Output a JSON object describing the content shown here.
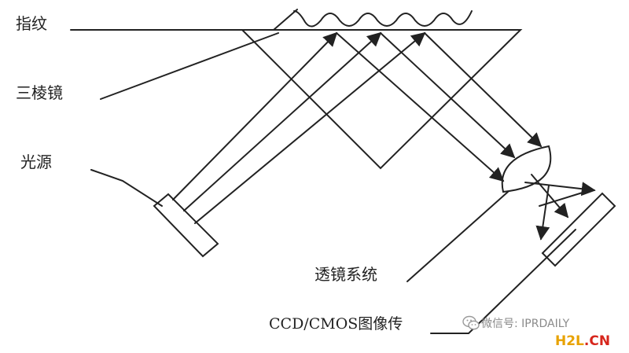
{
  "labels": {
    "fingerprint": "指纹",
    "prism": "三棱镜",
    "light_source": "光源",
    "lens_system": "透镜系统",
    "sensor": "CCD/CMOS图像传"
  },
  "watermark": {
    "icon": "wechat-icon",
    "text": "微信号: IPRDAILY"
  },
  "site_badge": {
    "part1": "H2L",
    "dot": ".",
    "part2": "CN"
  },
  "colors": {
    "line": "#222222",
    "background": "#ffffff",
    "watermark": "#8a8a8a",
    "badge_yellow": "#e8a200",
    "badge_red": "#d7261c"
  }
}
